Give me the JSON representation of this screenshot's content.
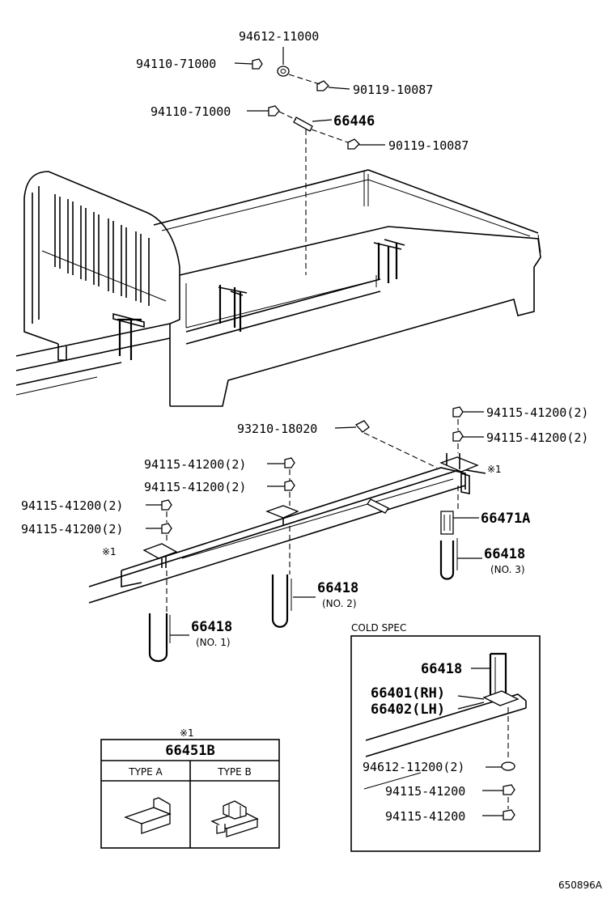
{
  "labels": {
    "p94612_11000": "94612-11000",
    "p94110_71000_a": "94110-71000",
    "p90119_10087_a": "90119-10087",
    "p94110_71000_b": "94110-71000",
    "p66446": "66446",
    "p90119_10087_b": "90119-10087",
    "p94115_41200_r1": "94115-41200(2)",
    "p94115_41200_r2": "94115-41200(2)",
    "p93210_18020": "93210-18020",
    "mark_r": "※1",
    "p94115_41200_m1": "94115-41200(2)",
    "p94115_41200_m2": "94115-41200(2)",
    "p94115_41200_l1": "94115-41200(2)",
    "p94115_41200_l2": "94115-41200(2)",
    "p66471A": "66471A",
    "mark_l": "※1",
    "p66418_no3": "66418",
    "no3": "(NO. 3)",
    "p66418_no2": "66418",
    "no2": "(NO. 2)",
    "p66418_no1": "66418",
    "no1": "(NO. 1)"
  },
  "cold_spec": {
    "title": "COLD SPEC",
    "p66418": "66418",
    "p66401": "66401(RH)",
    "p66402": "66402(LH)",
    "p94612_11200": "94612-11200(2)",
    "p94115_41200_a": "94115-41200",
    "p94115_41200_b": "94115-41200"
  },
  "legend_table": {
    "mark": "※1",
    "part": "66451B",
    "type_a": "TYPE  A",
    "type_b": "TYPE  B"
  },
  "figure_code": "650896A"
}
